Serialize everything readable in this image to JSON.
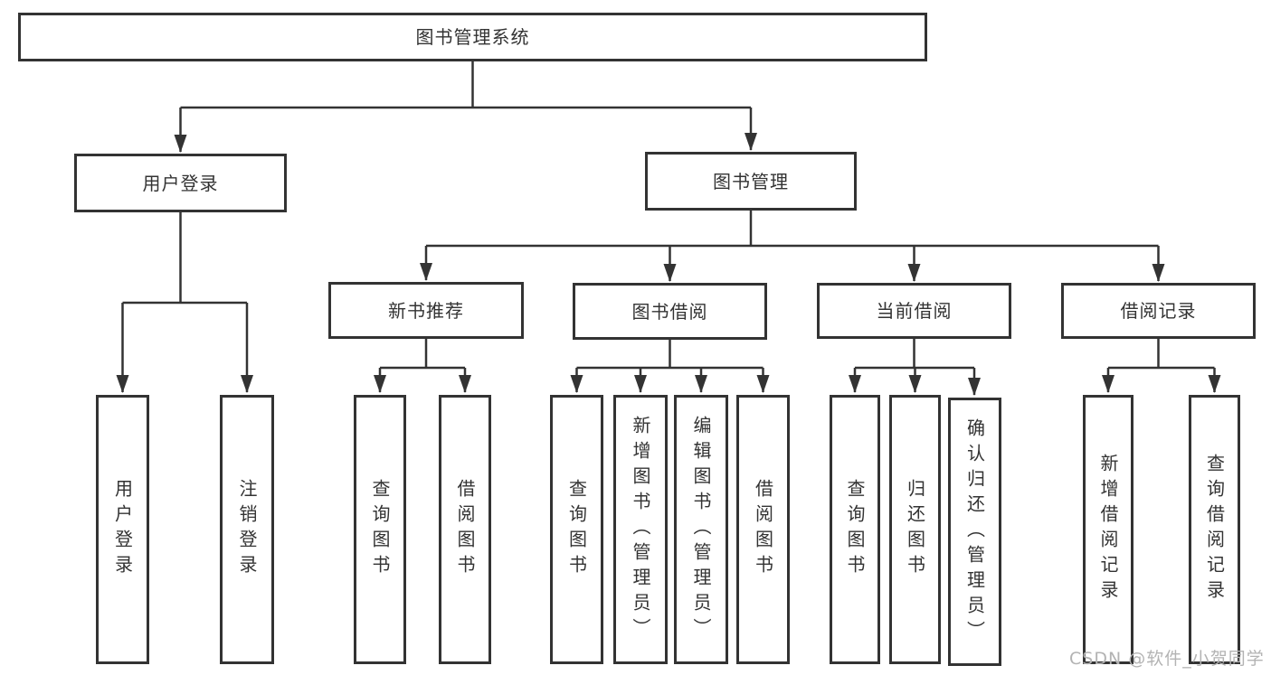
{
  "diagram_title": "图书管理系统",
  "nodes": {
    "root": "图书管理系统",
    "user_login": "用户登录",
    "book_mgmt": "图书管理",
    "new_book_rec": "新书推荐",
    "book_borrow": "图书借阅",
    "current_borrow": "当前借阅",
    "borrow_records": "借阅记录",
    "leaf_user_login": "用户登录",
    "leaf_logout": "注销登录",
    "leaf_query_books_rec": "查询图书",
    "leaf_borrow_books_rec": "借阅图书",
    "leaf_query_books_borrow": "查询图书",
    "leaf_add_books": "新增图书（管理员）",
    "leaf_edit_books": "编辑图书（管理员）",
    "leaf_borrow_books": "借阅图书",
    "leaf_query_books_current": "查询图书",
    "leaf_return_books": "归还图书",
    "leaf_confirm_return": "确认归还（管理员）",
    "leaf_add_borrow_record": "新增借阅记录",
    "leaf_query_borrow_record": "查询借阅记录"
  },
  "edges": [
    [
      "root",
      "user_login"
    ],
    [
      "root",
      "book_mgmt"
    ],
    [
      "user_login",
      "leaf_user_login"
    ],
    [
      "user_login",
      "leaf_logout"
    ],
    [
      "book_mgmt",
      "new_book_rec"
    ],
    [
      "book_mgmt",
      "book_borrow"
    ],
    [
      "book_mgmt",
      "current_borrow"
    ],
    [
      "book_mgmt",
      "borrow_records"
    ],
    [
      "new_book_rec",
      "leaf_query_books_rec"
    ],
    [
      "new_book_rec",
      "leaf_borrow_books_rec"
    ],
    [
      "book_borrow",
      "leaf_query_books_borrow"
    ],
    [
      "book_borrow",
      "leaf_add_books"
    ],
    [
      "book_borrow",
      "leaf_edit_books"
    ],
    [
      "book_borrow",
      "leaf_borrow_books"
    ],
    [
      "current_borrow",
      "leaf_query_books_current"
    ],
    [
      "current_borrow",
      "leaf_return_books"
    ],
    [
      "current_borrow",
      "leaf_confirm_return"
    ],
    [
      "borrow_records",
      "leaf_add_borrow_record"
    ],
    [
      "borrow_records",
      "leaf_query_borrow_record"
    ]
  ],
  "watermark": "CSDN @软件_小贺同学",
  "colors": {
    "line": "#333333",
    "border": "#333333",
    "text": "#333333",
    "watermark": "#b3b3b3",
    "background": "#ffffff"
  }
}
